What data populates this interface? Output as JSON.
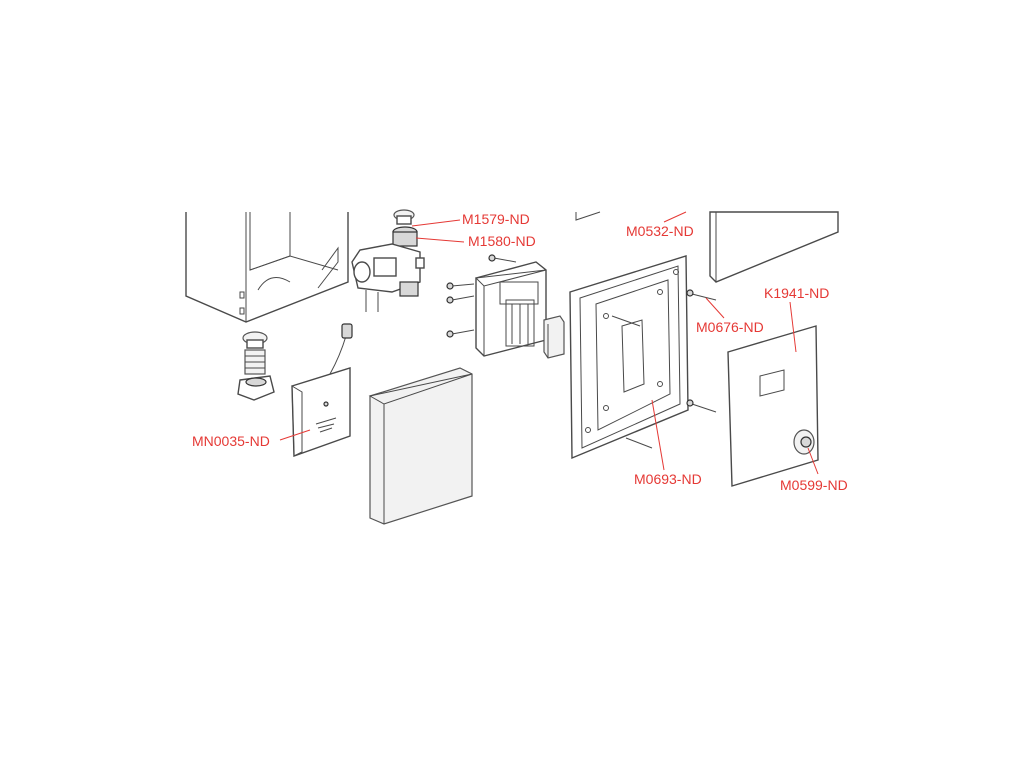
{
  "colors": {
    "label": "#e53935",
    "outline": "#4a4a4a",
    "background": "#ffffff"
  },
  "labels": {
    "m1579": "M1579-ND",
    "m1580": "M1580-ND",
    "m0532": "M0532-ND",
    "k1941": "K1941-ND",
    "m0676": "M0676-ND",
    "mn0035": "MN0035-ND",
    "m0693": "M0693-ND",
    "m0599": "M0599-ND"
  }
}
